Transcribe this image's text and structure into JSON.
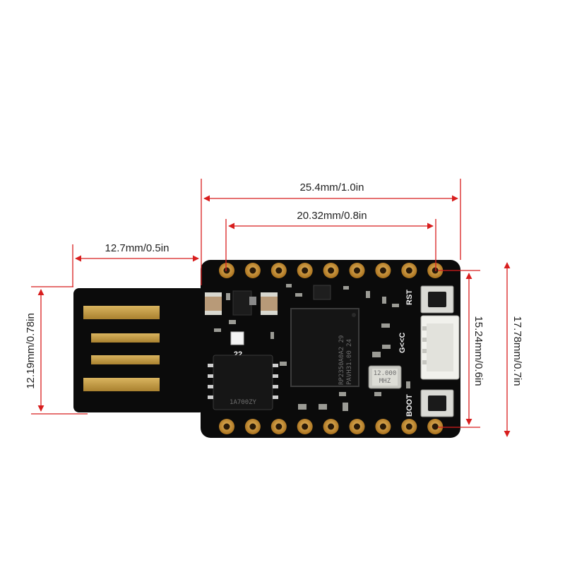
{
  "dimensions": {
    "width_top": "25.4mm/1.0in",
    "pin_span": "20.32mm/0.8in",
    "usb_length": "12.7mm/0.5in",
    "usb_width": "12.19mm/0.78in",
    "pin_rows": "15.24mm/0.6in",
    "board_height": "17.78mm/0.7in"
  },
  "board": {
    "mcu_line1": "RP2350A0A2 29",
    "mcu_line2": "PAVH31.00 24",
    "crystal_line1": "12.000",
    "crystal_line2": "MHZ",
    "flash_label": "1A700ZY",
    "led_label": "22",
    "rst_label": "RST",
    "boot_label": "BOOT",
    "connector_labels": "G<<C"
  },
  "colors": {
    "dimension_line": "#d81e1e",
    "pcb": "#0b0b0b",
    "gold": "#c9a24b",
    "pad_copper": "#c8922e"
  }
}
